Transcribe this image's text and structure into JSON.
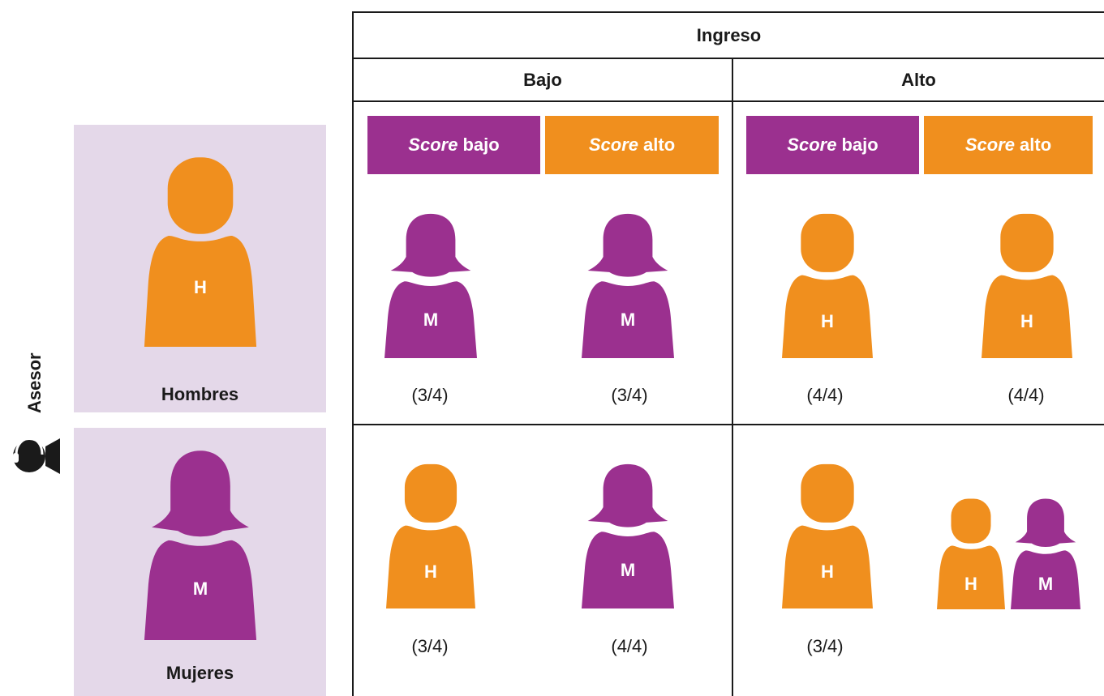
{
  "header": {
    "ingreso": "Ingreso",
    "bajo": "Bajo",
    "alto": "Alto"
  },
  "score_labels": {
    "bajo_italic": "Score",
    "bajo_rest": "bajo",
    "alto_italic": "Score",
    "alto_rest": "alto"
  },
  "side": {
    "axis_label": "Asesor",
    "hombres": "Hombres",
    "mujeres": "Mujeres"
  },
  "letters": {
    "man": "H",
    "woman": "M"
  },
  "fractions": {
    "row1": [
      "(3/4)",
      "(3/4)",
      "(4/4)",
      "(4/4)"
    ],
    "row2": [
      "(3/4)",
      "(4/4)",
      "(3/4)"
    ]
  },
  "colors": {
    "purple": "#9b308f",
    "orange": "#f08f1e",
    "panel": "#e4d8e9"
  }
}
